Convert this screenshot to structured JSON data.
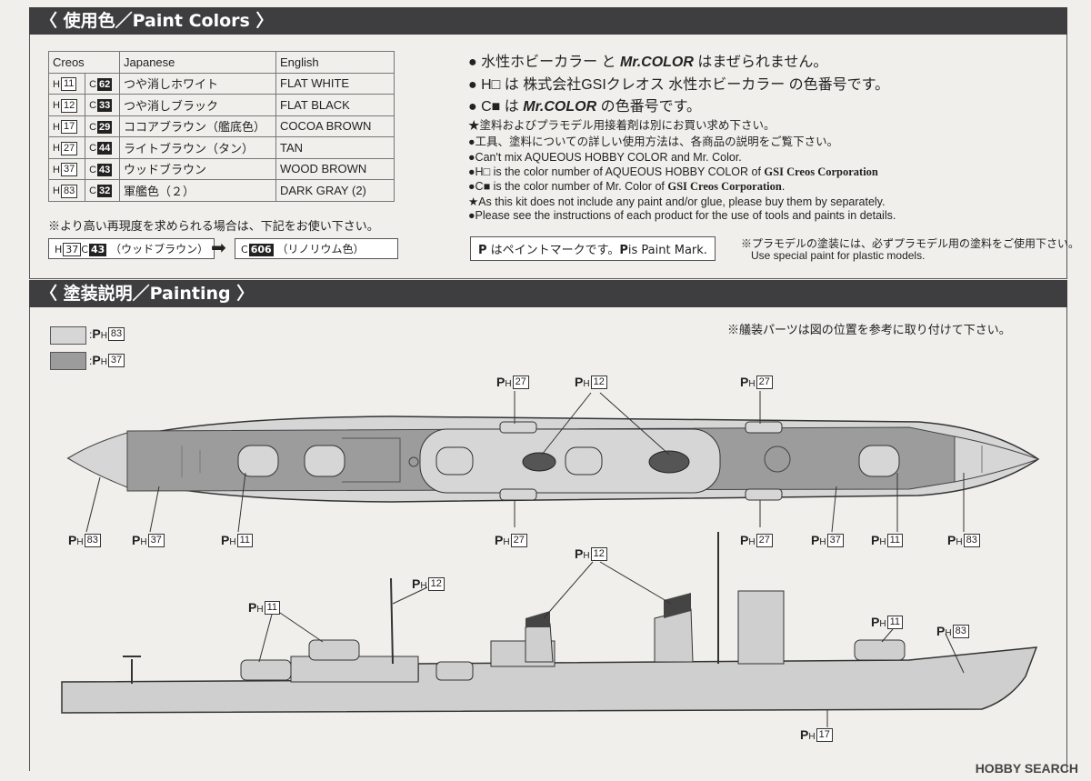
{
  "sections": {
    "paint_colors_title": "〈 使用色／Paint Colors 〉",
    "painting_title": "〈 塗装説明／Painting 〉"
  },
  "table": {
    "headers": [
      "Creos",
      "Japanese",
      "English"
    ],
    "rows": [
      {
        "h": "11",
        "c": "62",
        "jp": "つや消しホワイト",
        "en": "FLAT WHITE"
      },
      {
        "h": "12",
        "c": "33",
        "jp": "つや消しブラック",
        "en": "FLAT BLACK"
      },
      {
        "h": "17",
        "c": "29",
        "jp": "ココアブラウン（艦底色）",
        "en": "COCOA BROWN"
      },
      {
        "h": "27",
        "c": "44",
        "jp": "ライトブラウン（タン）",
        "en": "TAN"
      },
      {
        "h": "37",
        "c": "43",
        "jp": "ウッドブラウン",
        "en": "WOOD BROWN"
      },
      {
        "h": "83",
        "c": "32",
        "jp": "軍艦色（２）",
        "en": "DARK GRAY (2)"
      }
    ]
  },
  "notes_jp": {
    "line1a": "● 水性ホビーカラー と ",
    "line1b": "Mr.COLOR",
    "line1c": " はまぜられません。",
    "line2a": "● H□ は 株式会社GSIクレオス 水性ホビーカラー の色番号です。",
    "line3a": "● C■ は ",
    "line3b": "Mr.COLOR",
    "line3c": " の色番号です。",
    "line4": "★塗料およびプラモデル用接着剤は別にお買い求め下さい。",
    "line5": "●工具、塗料についての詳しい使用方法は、各商品の説明をご覧下さい。"
  },
  "notes_en": {
    "line1": "●Can't mix AQUEOUS HOBBY COLOR and Mr. Color.",
    "line2a": "●H□ is the color number of AQUEOUS HOBBY COLOR of ",
    "line2b": "GSI Creos Corporation",
    "line3a": "●C■ is the color number of Mr. Color of ",
    "line3b": "GSI Creos Corporation",
    "line3c": ".",
    "line4": "★As this kit does not include any paint and/or glue, please buy them by separately.",
    "line5": "●Please see the instructions of each product for the use of tools and paints in details."
  },
  "realism": {
    "note": "※より高い再現度を求められる場合は、下記をお使い下さい。",
    "from_h": "37",
    "from_c": "43",
    "from_label": "（ウッドブラウン）",
    "arrow": "➡",
    "to_c": "606",
    "to_label": "（リノリウム色）"
  },
  "paint_mark": {
    "box_text": "はペイントマークです。",
    "box_text_en": "is Paint Mark.",
    "note_jp": "※プラモデルの塗装には、必ずプラモデル用の塗料をご使用下さい。",
    "note_en": "Use special paint for plastic models."
  },
  "painting": {
    "legend": [
      {
        "code": "83",
        "color": "#d6d6d6"
      },
      {
        "code": "37",
        "color": "#9c9c9c"
      }
    ],
    "fitting_note": "※艤装パーツは図の位置を参考に取り付けて下さい。",
    "top_labels": [
      "27",
      "12",
      "27"
    ],
    "plan_bottom_labels": [
      "83",
      "37",
      "11",
      "27",
      "27",
      "37",
      "11",
      "83"
    ],
    "side_labels": [
      "12",
      "11",
      "12",
      "11",
      "83",
      "17"
    ]
  },
  "colors": {
    "bar": "#3e3e40",
    "deck_light": "#d6d6d6",
    "deck_dark": "#9c9c9c",
    "hull": "#cfcfcf"
  },
  "watermark": "HOBBY SEARCH"
}
